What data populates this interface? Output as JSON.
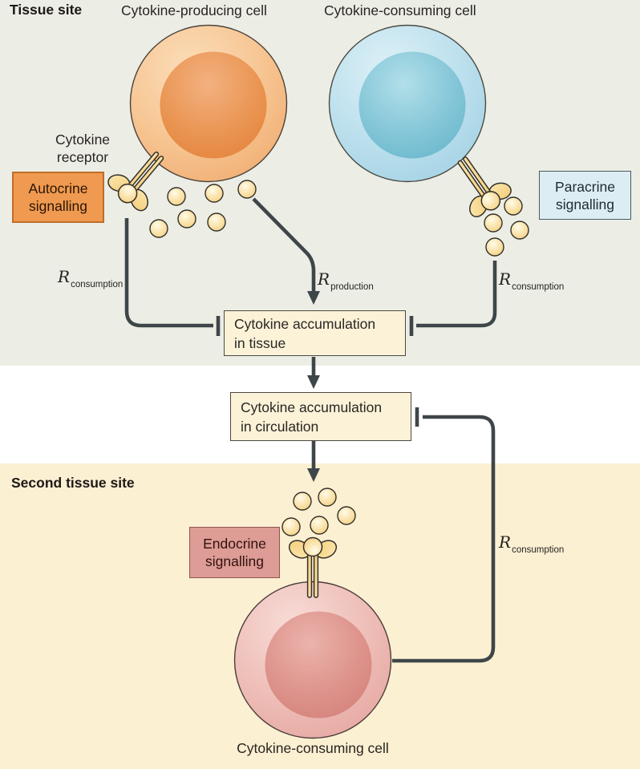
{
  "sections": {
    "tissue_site": "Tissue site",
    "second_tissue_site": "Second tissue site"
  },
  "cells": {
    "producing_label": "Cytokine-producing cell",
    "consuming_label": "Cytokine-consuming cell",
    "endocrine_label": "Cytokine-consuming cell"
  },
  "receptor": {
    "line1": "Cytokine",
    "line2": "receptor"
  },
  "signalling": {
    "autocrine": {
      "line1": "Autocrine",
      "line2": "signalling"
    },
    "paracrine": {
      "line1": "Paracrine",
      "line2": "signalling"
    },
    "endocrine": {
      "line1": "Endocrine",
      "line2": "signalling"
    }
  },
  "accumulation": {
    "tissue": {
      "line1": "Cytokine accumulation",
      "line2": "in tissue"
    },
    "circulation": {
      "line1": "Cytokine accumulation",
      "line2": "in circulation"
    }
  },
  "rates": {
    "symbol": "R",
    "consumption": "consumption",
    "production": "production"
  },
  "colors": {
    "tissue_bg": "#eceee6",
    "circulation_bg": "#ffffff",
    "second_tissue_bg": "#fcf0d3",
    "autocrine_box": "#ef9a50",
    "paracrine_box": "#ddedf4",
    "endocrine_box": "#dd9c95",
    "accumulation_box": "#fbf2d8",
    "producing_cell": "#f5bd88",
    "consuming_cell": "#b6dcec",
    "endocrine_cell": "#efc0ba",
    "cytokine": "#f9dfa2",
    "line": "#3f4649"
  }
}
